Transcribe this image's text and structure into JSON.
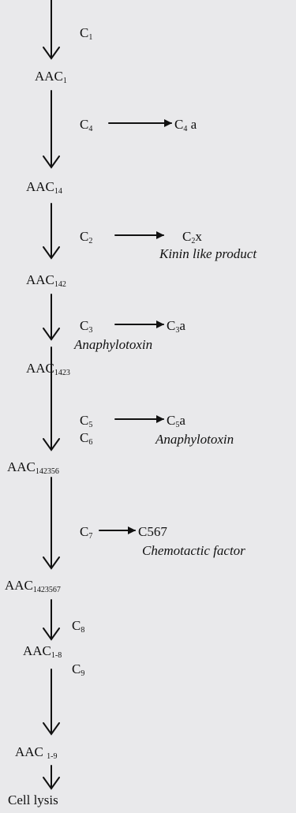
{
  "diagram": {
    "nodes": [
      {
        "base": "AAC",
        "sub": "1"
      },
      {
        "base": "AAC",
        "sub": "14"
      },
      {
        "base": "AAC",
        "sub": "142"
      },
      {
        "base": "AAC",
        "sub": "1423"
      },
      {
        "base": "AAC",
        "sub": "142356"
      },
      {
        "base": "AAC",
        "sub": "1423567"
      },
      {
        "base": "AAC",
        "sub": "1-8"
      },
      {
        "base": "AAC ",
        "sub": "1-9"
      },
      {
        "base": "Cell lysis",
        "sub": ""
      }
    ],
    "components": [
      {
        "base": "C",
        "sub": "1"
      },
      {
        "base": "C",
        "sub": "4"
      },
      {
        "base": "C",
        "sub": "2"
      },
      {
        "base": "C",
        "sub": "3"
      },
      {
        "base": "C",
        "sub": "5"
      },
      {
        "base": "C",
        "sub": "6"
      },
      {
        "base": "C",
        "sub": "7"
      },
      {
        "base": "C",
        "sub": "8"
      },
      {
        "base": "C",
        "sub": "9"
      }
    ],
    "products": [
      {
        "base": "C",
        "sub": "4",
        "suffix": " a"
      },
      {
        "base": "C",
        "sub": "2",
        "suffix": "x"
      },
      {
        "base": "C",
        "sub": "3",
        "suffix": "a"
      },
      {
        "base": "C",
        "sub": "5",
        "suffix": "a"
      },
      {
        "base": "C567",
        "sub": "",
        "suffix": ""
      }
    ],
    "notes": {
      "kinin": "Kinin like product",
      "anaphylotoxin_1": "Anaphylotoxin",
      "anaphylotoxin_2": "Anaphylotoxin",
      "chemotactic": "Chemotactic factor"
    }
  }
}
